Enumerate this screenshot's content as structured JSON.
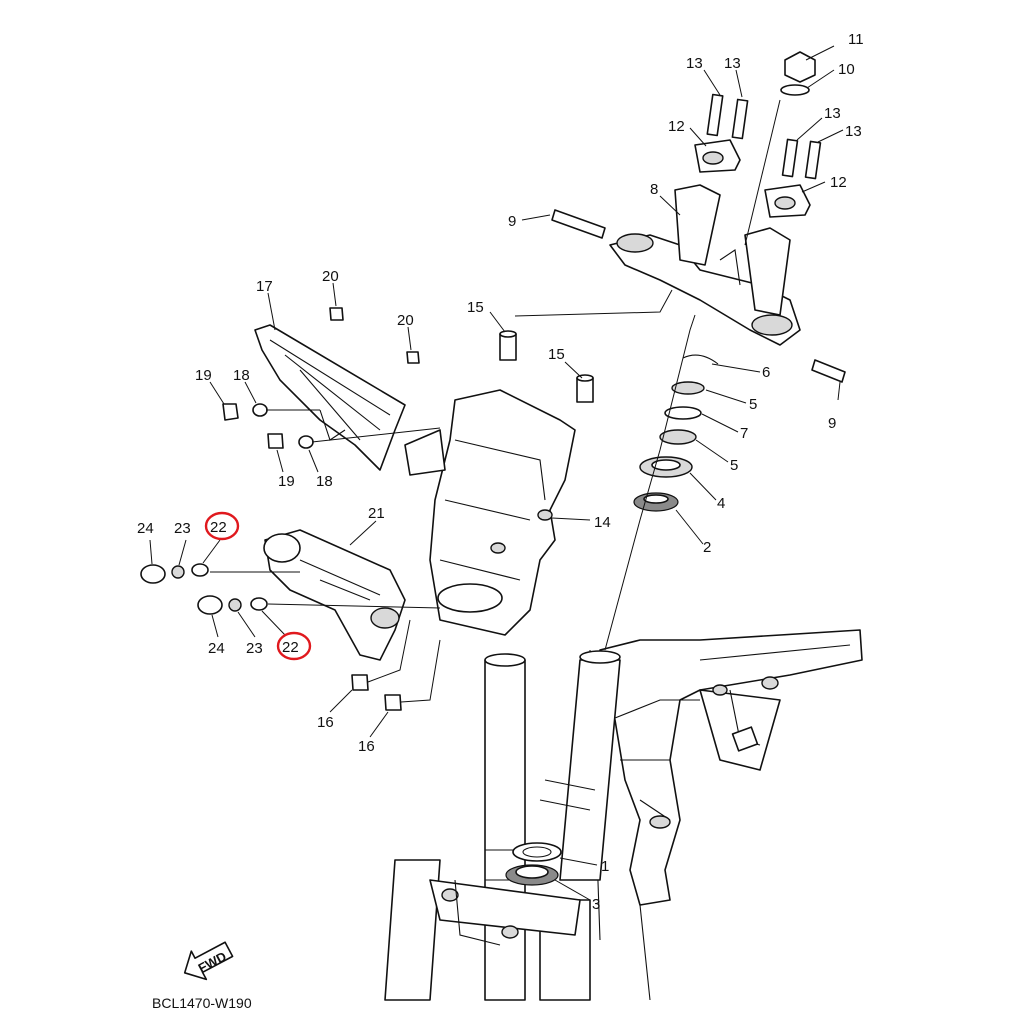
{
  "diagram": {
    "code": "BCL1470-W190",
    "fwd_label": "FWD",
    "highlight_color": "#e0191e",
    "highlighted_part": "22",
    "callouts": {
      "n1": "1",
      "n2": "2",
      "n3": "3",
      "n4": "4",
      "n5a": "5",
      "n5b": "5",
      "n6": "6",
      "n7": "7",
      "n8": "8",
      "n9a": "9",
      "n9b": "9",
      "n10": "10",
      "n11": "11",
      "n12a": "12",
      "n12b": "12",
      "n13a": "13",
      "n13b": "13",
      "n13c": "13",
      "n13d": "13",
      "n14": "14",
      "n15a": "15",
      "n15b": "15",
      "n16a": "16",
      "n16b": "16",
      "n17": "17",
      "n18a": "18",
      "n18b": "18",
      "n19a": "19",
      "n19b": "19",
      "n20a": "20",
      "n20b": "20",
      "n21": "21",
      "n22a": "22",
      "n22b": "22",
      "n23a": "23",
      "n23b": "23",
      "n24a": "24",
      "n24b": "24"
    }
  }
}
